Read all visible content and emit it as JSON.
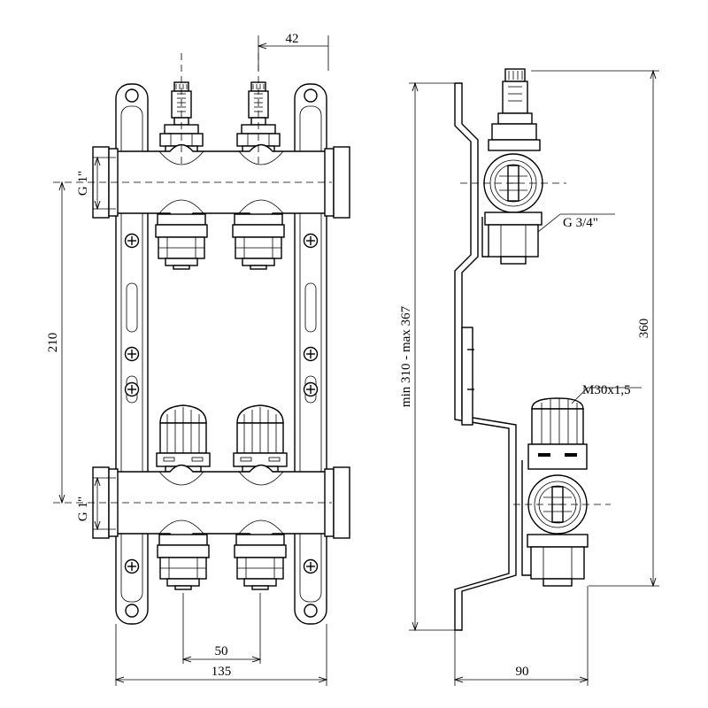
{
  "dimensions": {
    "spacing_top": "42",
    "spacing_bottom": "50",
    "total_width": "135",
    "depth": "90",
    "height_between": "210",
    "height_total": "360",
    "height_range": "min 310 - max 367",
    "main_thread_top": "G 1\"",
    "main_thread_bottom": "G 1\"",
    "outlet_thread": "G 3/4\"",
    "valve_thread": "M30x1,5"
  }
}
